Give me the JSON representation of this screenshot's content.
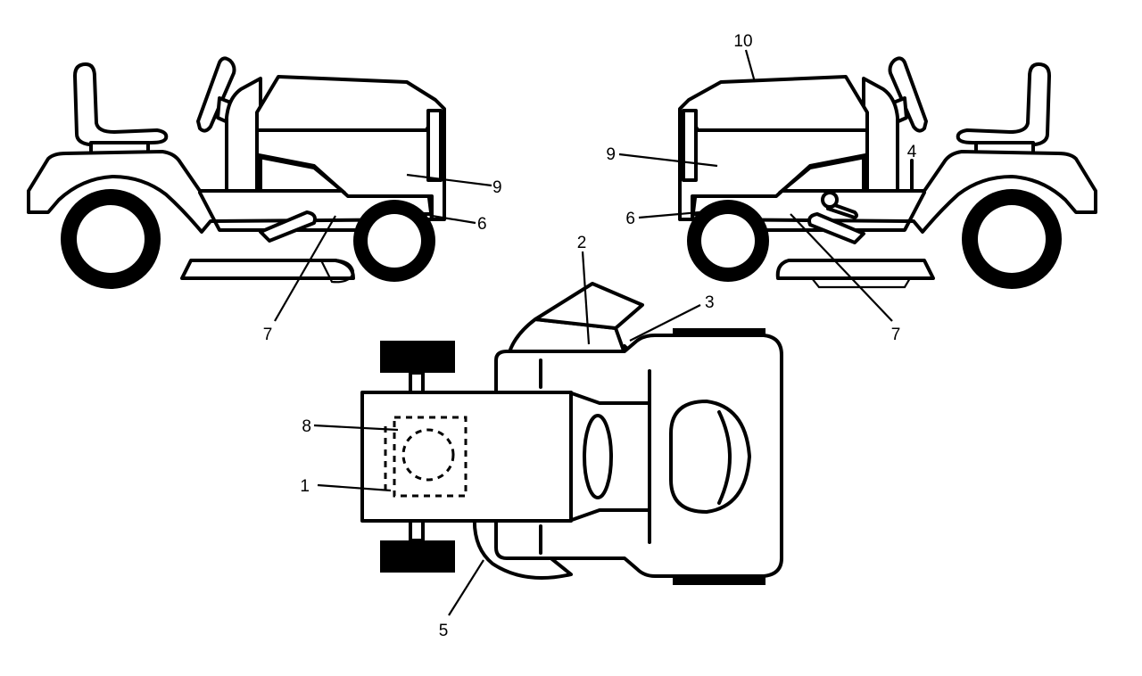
{
  "diagram": {
    "callouts": [
      {
        "id": "c1",
        "label": "1"
      },
      {
        "id": "c2",
        "label": "2"
      },
      {
        "id": "c3",
        "label": "3"
      },
      {
        "id": "c4",
        "label": "4"
      },
      {
        "id": "c5",
        "label": "5"
      },
      {
        "id": "c6l",
        "label": "6"
      },
      {
        "id": "c6r",
        "label": "6"
      },
      {
        "id": "c7l",
        "label": "7"
      },
      {
        "id": "c7r",
        "label": "7"
      },
      {
        "id": "c8",
        "label": "8"
      },
      {
        "id": "c9l",
        "label": "9"
      },
      {
        "id": "c9r",
        "label": "9"
      },
      {
        "id": "c10",
        "label": "10"
      }
    ]
  }
}
